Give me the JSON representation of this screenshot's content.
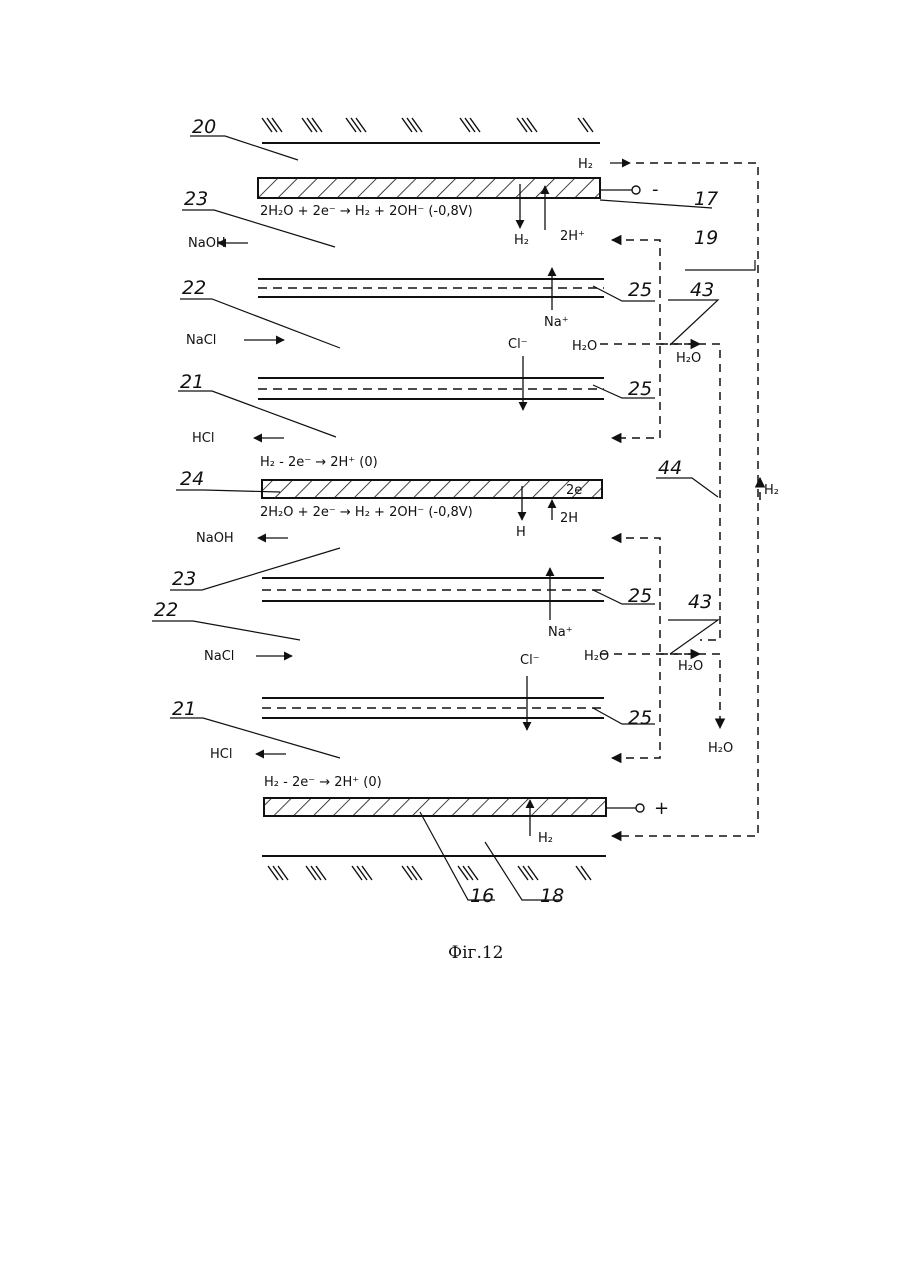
{
  "figure": {
    "caption": "Фіг.12",
    "reference_numbers": {
      "n20": "20",
      "n17": "17",
      "n19": "19",
      "n23a": "23",
      "n22a": "22",
      "n21a": "21",
      "n24": "24",
      "n23b": "23",
      "n22b": "22",
      "n21b": "21",
      "n25a": "25",
      "n25b": "25",
      "n25c": "25",
      "n25d": "25",
      "n43a": "43",
      "n43b": "43",
      "n44": "44",
      "n16": "16",
      "n18": "18"
    },
    "streams": {
      "naoh_1": "NaOH",
      "nacl_1": "NaCl",
      "hcl_1": "HCl",
      "naoh_2": "NaOH",
      "nacl_2": "NaCl",
      "hcl_2": "HCl"
    },
    "reactions": {
      "cathode_1": "2H₂O + 2e⁻ → H₂ + 2OH⁻  (-0,8V)",
      "anode_1": "H₂ - 2e⁻ → 2H⁺  (0)",
      "cathode_2": "2H₂O + 2e⁻ → H₂ + 2OH⁻  (-0,8V)",
      "anode_2": "H₂ - 2e⁻ → 2H⁺  (0)"
    },
    "species": {
      "h2_top": "H₂",
      "h2_down": "H₂",
      "h_plus_2": "2H⁺",
      "na_plus_1": "Na⁺",
      "cl_minus_1": "Cl⁻",
      "h2o_in_1": "H₂O",
      "h2o_out_1": "H₂O",
      "h_single": "H",
      "e_2": "2e",
      "h_2": "2H",
      "na_plus_2": "Na⁺",
      "cl_minus_2": "Cl⁻",
      "h2o_in_2": "H₂O",
      "h2o_out_2": "H₂O",
      "h2o_final": "H₂O",
      "h2_bottom": "H₂",
      "h2_return": "H₂"
    },
    "terminals": {
      "negative": "-",
      "positive": "+"
    }
  }
}
